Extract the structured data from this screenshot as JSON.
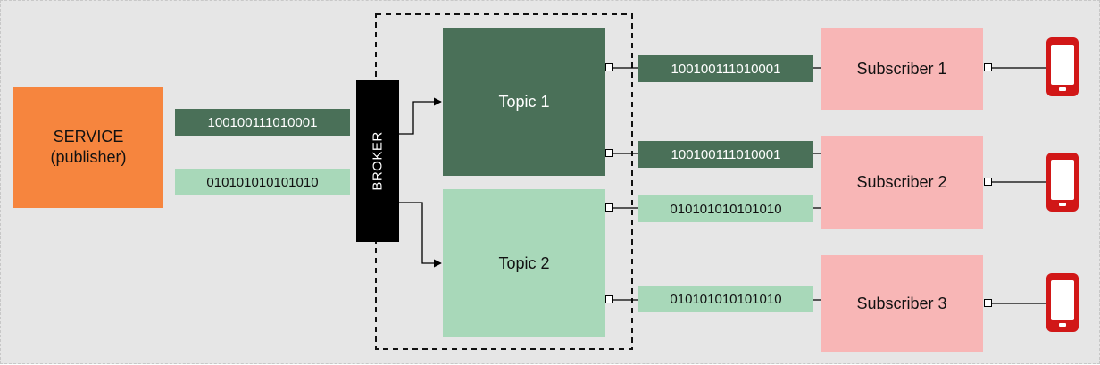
{
  "publisher": {
    "line1": "SERVICE",
    "line2": "(publisher)"
  },
  "broker": {
    "label": "BROKER"
  },
  "topics": [
    {
      "label": "Topic 1"
    },
    {
      "label": "Topic 2"
    }
  ],
  "subscribers": [
    {
      "label": "Subscriber 1"
    },
    {
      "label": "Subscriber 2"
    },
    {
      "label": "Subscriber 3"
    }
  ],
  "messages": {
    "pub_dark": "100100111010001",
    "pub_light": "010101010101010",
    "t1_to_s1": "100100111010001",
    "t1_to_s2": "100100111010001",
    "t2_to_s2": "010101010101010",
    "t2_to_s3": "010101010101010"
  },
  "icons": {
    "phone": "mobile-phone-icon"
  },
  "colors": {
    "service": "#f6853e",
    "dark_green": "#4a7058",
    "light_green": "#a8d8b9",
    "subscriber": "#f8b6b6",
    "broker": "#000000",
    "phone": "#d11717"
  }
}
